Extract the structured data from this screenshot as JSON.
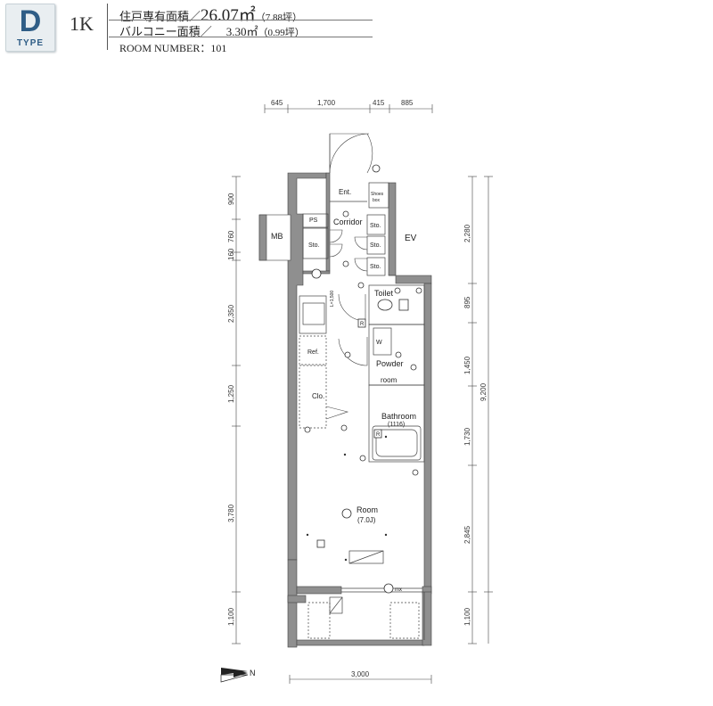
{
  "header": {
    "type_letter": "D",
    "type_word": "TYPE",
    "layout": "1K",
    "private_area_label": "住戸専有面積／",
    "private_area_value": "26.07㎡",
    "private_area_tsubo": "（7.88坪）",
    "balcony_area_label": "バルコニー面積／",
    "balcony_area_value": "3.30㎡",
    "balcony_area_tsubo": "（0.99坪）",
    "room_number": "ROOM NUMBER：101"
  },
  "plan": {
    "rooms": {
      "ent": "Ent.",
      "shoes_box_1": "Shoes",
      "shoes_box_2": "box",
      "ps": "PS",
      "corridor": "Corridor",
      "sto_1": "Sto.",
      "sto_2": "Sto.",
      "sto_3": "Sto.",
      "sto_4": "Sto.",
      "mb": "MB",
      "ev": "EV",
      "toilet": "Toilet",
      "w": "W",
      "powder": "Powder",
      "powder_room": "room",
      "ref": "Ref.",
      "clo": "Clo.",
      "bathroom": "Bathroom",
      "bathroom_size": "(1116)",
      "room": "Room",
      "room_size": "(7.0J)",
      "r_1": "R",
      "r_2": "R",
      "l_height": "L=1,500",
      "smk": "mx"
    },
    "dims_top": [
      "645",
      "1,700",
      "415",
      "885"
    ],
    "dims_left": [
      "900",
      "760",
      "160",
      "2,350",
      "1,250",
      "3,780",
      "1,100"
    ],
    "dims_right": [
      "2,280",
      "895",
      "1,450",
      "1,730",
      "2,845",
      "1,100"
    ],
    "dim_total": "9,200",
    "dim_bottom": "3,000",
    "north": "N"
  }
}
